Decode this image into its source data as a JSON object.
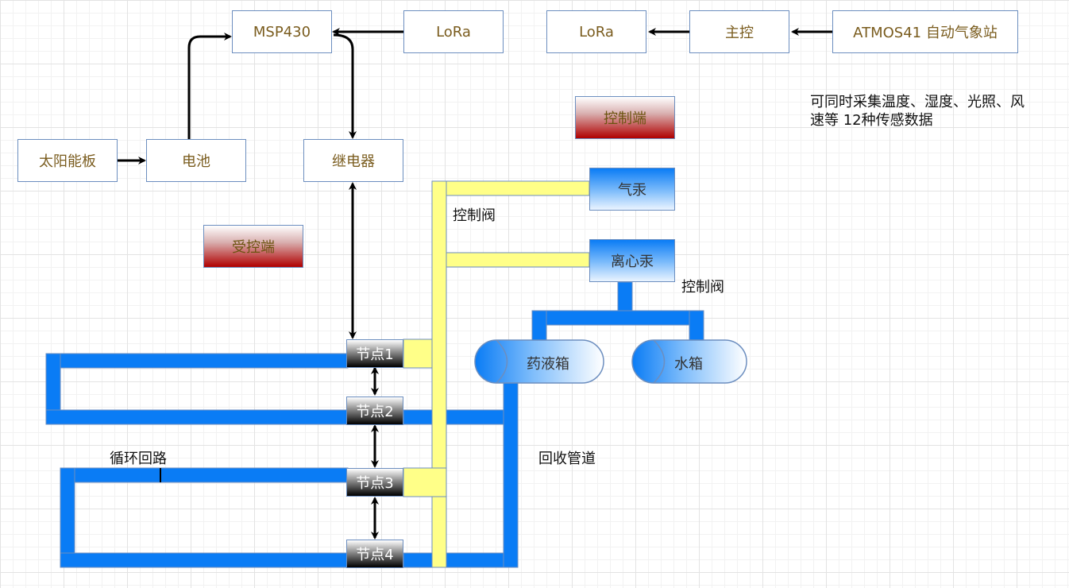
{
  "boxes": {
    "msp430": "MSP430",
    "lora_left": "LoRa",
    "lora_mid": "LoRa",
    "main_ctrl": "主控",
    "weather_station": "ATMOS41 自动气象站",
    "solar_panel": "太阳能板",
    "battery": "电池",
    "relay": "继电器",
    "control_end": "控制端",
    "controlled_end": "受控端",
    "air_pump": "气汞",
    "centrifugal_pump": "离心汞",
    "medicine_tank": "药液箱",
    "water_tank": "水箱"
  },
  "nodes": [
    "节点1",
    "节点2",
    "节点3",
    "节点4"
  ],
  "labels": {
    "sensor_note_line1": "可同时采集温度、湿度、光照、风",
    "sensor_note_line2": "速等 12种传感数据",
    "control_valve_1": "控制阀",
    "control_valve_2": "控制阀",
    "recycle_pipe": "回收管道",
    "circulation_loop": "循环回路"
  },
  "colors": {
    "pipe_blue": "#0a7cf5",
    "pipe_yellow": "#ffff88",
    "box_border": "#6c8ebf",
    "box_text": "#7a5c1e",
    "arrow": "#000000"
  }
}
